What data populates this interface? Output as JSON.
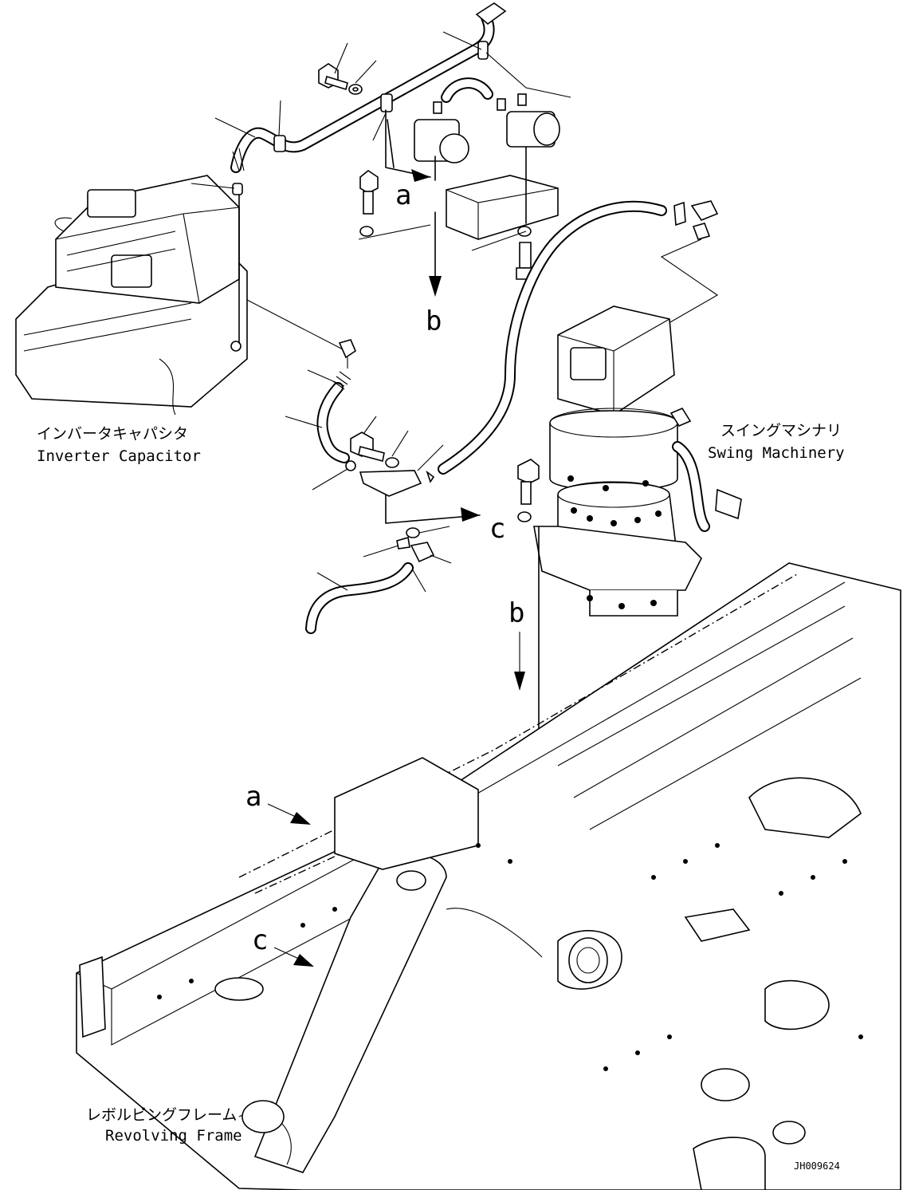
{
  "labels": {
    "inverter_jp": "インバータキャパシタ",
    "inverter_en": "Inverter Capacitor",
    "swing_jp": "スイングマシナリ",
    "swing_en": "Swing Machinery",
    "frame_jp": "レボルビングフレーム",
    "frame_en": "Revolving Frame",
    "drawing_no": "JH009624"
  },
  "callouts": {
    "a_top": "a",
    "b_top": "b",
    "c_top": "c",
    "a_frame": "a",
    "b_frame": "b",
    "c_frame": "c"
  },
  "icons": {
    "hose": "hose-icon",
    "bolt": "bolt-icon",
    "washer": "washer-icon",
    "clamp": "clamp-icon",
    "valve": "valve-icon"
  }
}
